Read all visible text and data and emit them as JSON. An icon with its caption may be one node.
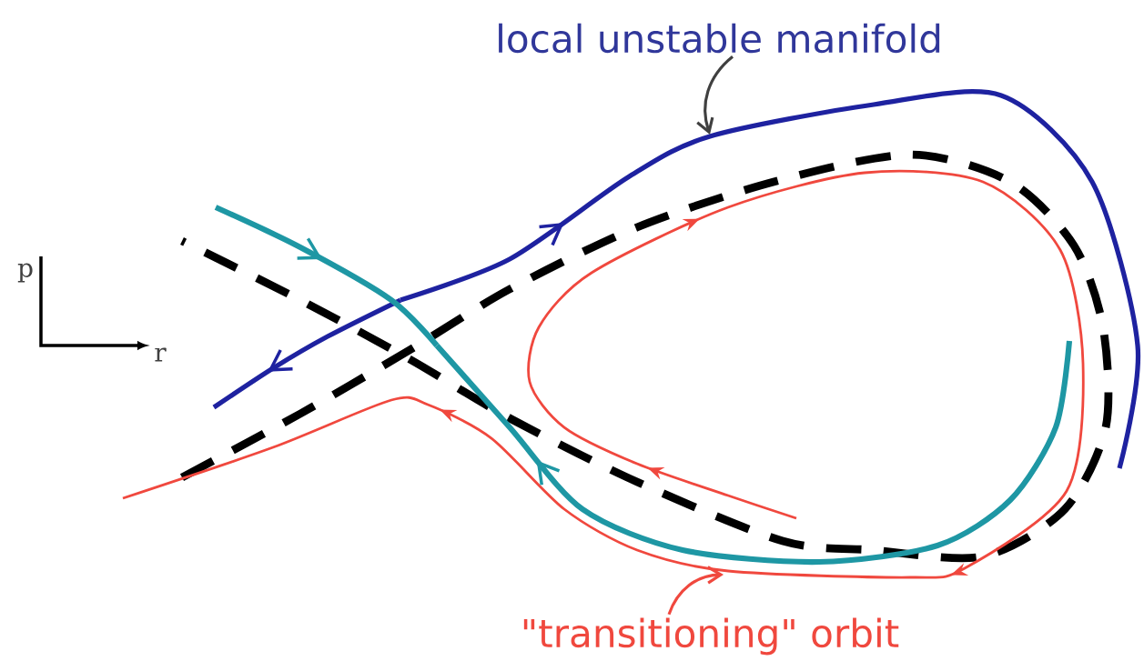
{
  "diagram": {
    "nodes": [
      {
        "text": [
          "local unstable manifold"
        ]
      },
      {
        "text": [
          "\"transitioning\" orbit"
        ]
      }
    ],
    "edges": [
      {
        "from": 0,
        "to": null,
        "arrow": "to",
        "color": "#404040"
      },
      {
        "from": 1,
        "to": null,
        "arrow": "to",
        "color": "#f0483e"
      }
    ],
    "labels": [
      "p",
      "r"
    ]
  }
}
